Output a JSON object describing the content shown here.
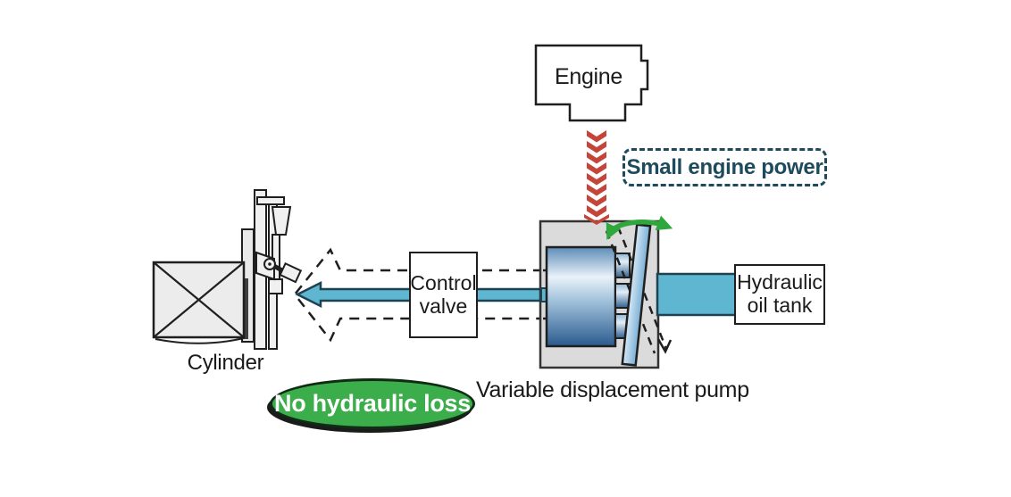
{
  "nodes": {
    "engine": {
      "label": "Engine"
    },
    "control_valve": {
      "label": "Control valve"
    },
    "hydraulic_oil_tank": {
      "label": "Hydraulic oil tank"
    },
    "cylinder": {
      "label": "Cylinder"
    },
    "variable_displacement_pump": {
      "label": "Variable displacement pump"
    }
  },
  "annotations": {
    "small_engine_power": {
      "label": "Small engine power",
      "style": "dashed-teal-rounded-badge"
    },
    "no_hydraulic_loss": {
      "label": "No hydraulic loss",
      "style": "green-ellipse-badge"
    }
  },
  "icons": {
    "engine_power_arrow": "red-chevron-down-arrow",
    "swash_rotation_arrow": "green-curved-double-headed-arrow",
    "flow_arrow": "blue-solid-left-arrow",
    "previous_flow_outline": "black-dashed-left-arrow-outline",
    "swash_tilt_indicator": "black-dashed-tilt-lines-with-arrowhead"
  },
  "colors": {
    "flow_blue": "#5fb6d0",
    "chevron_red": "#c4463a",
    "rotation_green": "#2ea83d",
    "badge_green": "#3bad4a",
    "annotation_teal": "#1d4a5c",
    "pump_housing_gray": "#dbdbdb",
    "outline_black": "#1f1f1f",
    "background": "#ffffff"
  }
}
